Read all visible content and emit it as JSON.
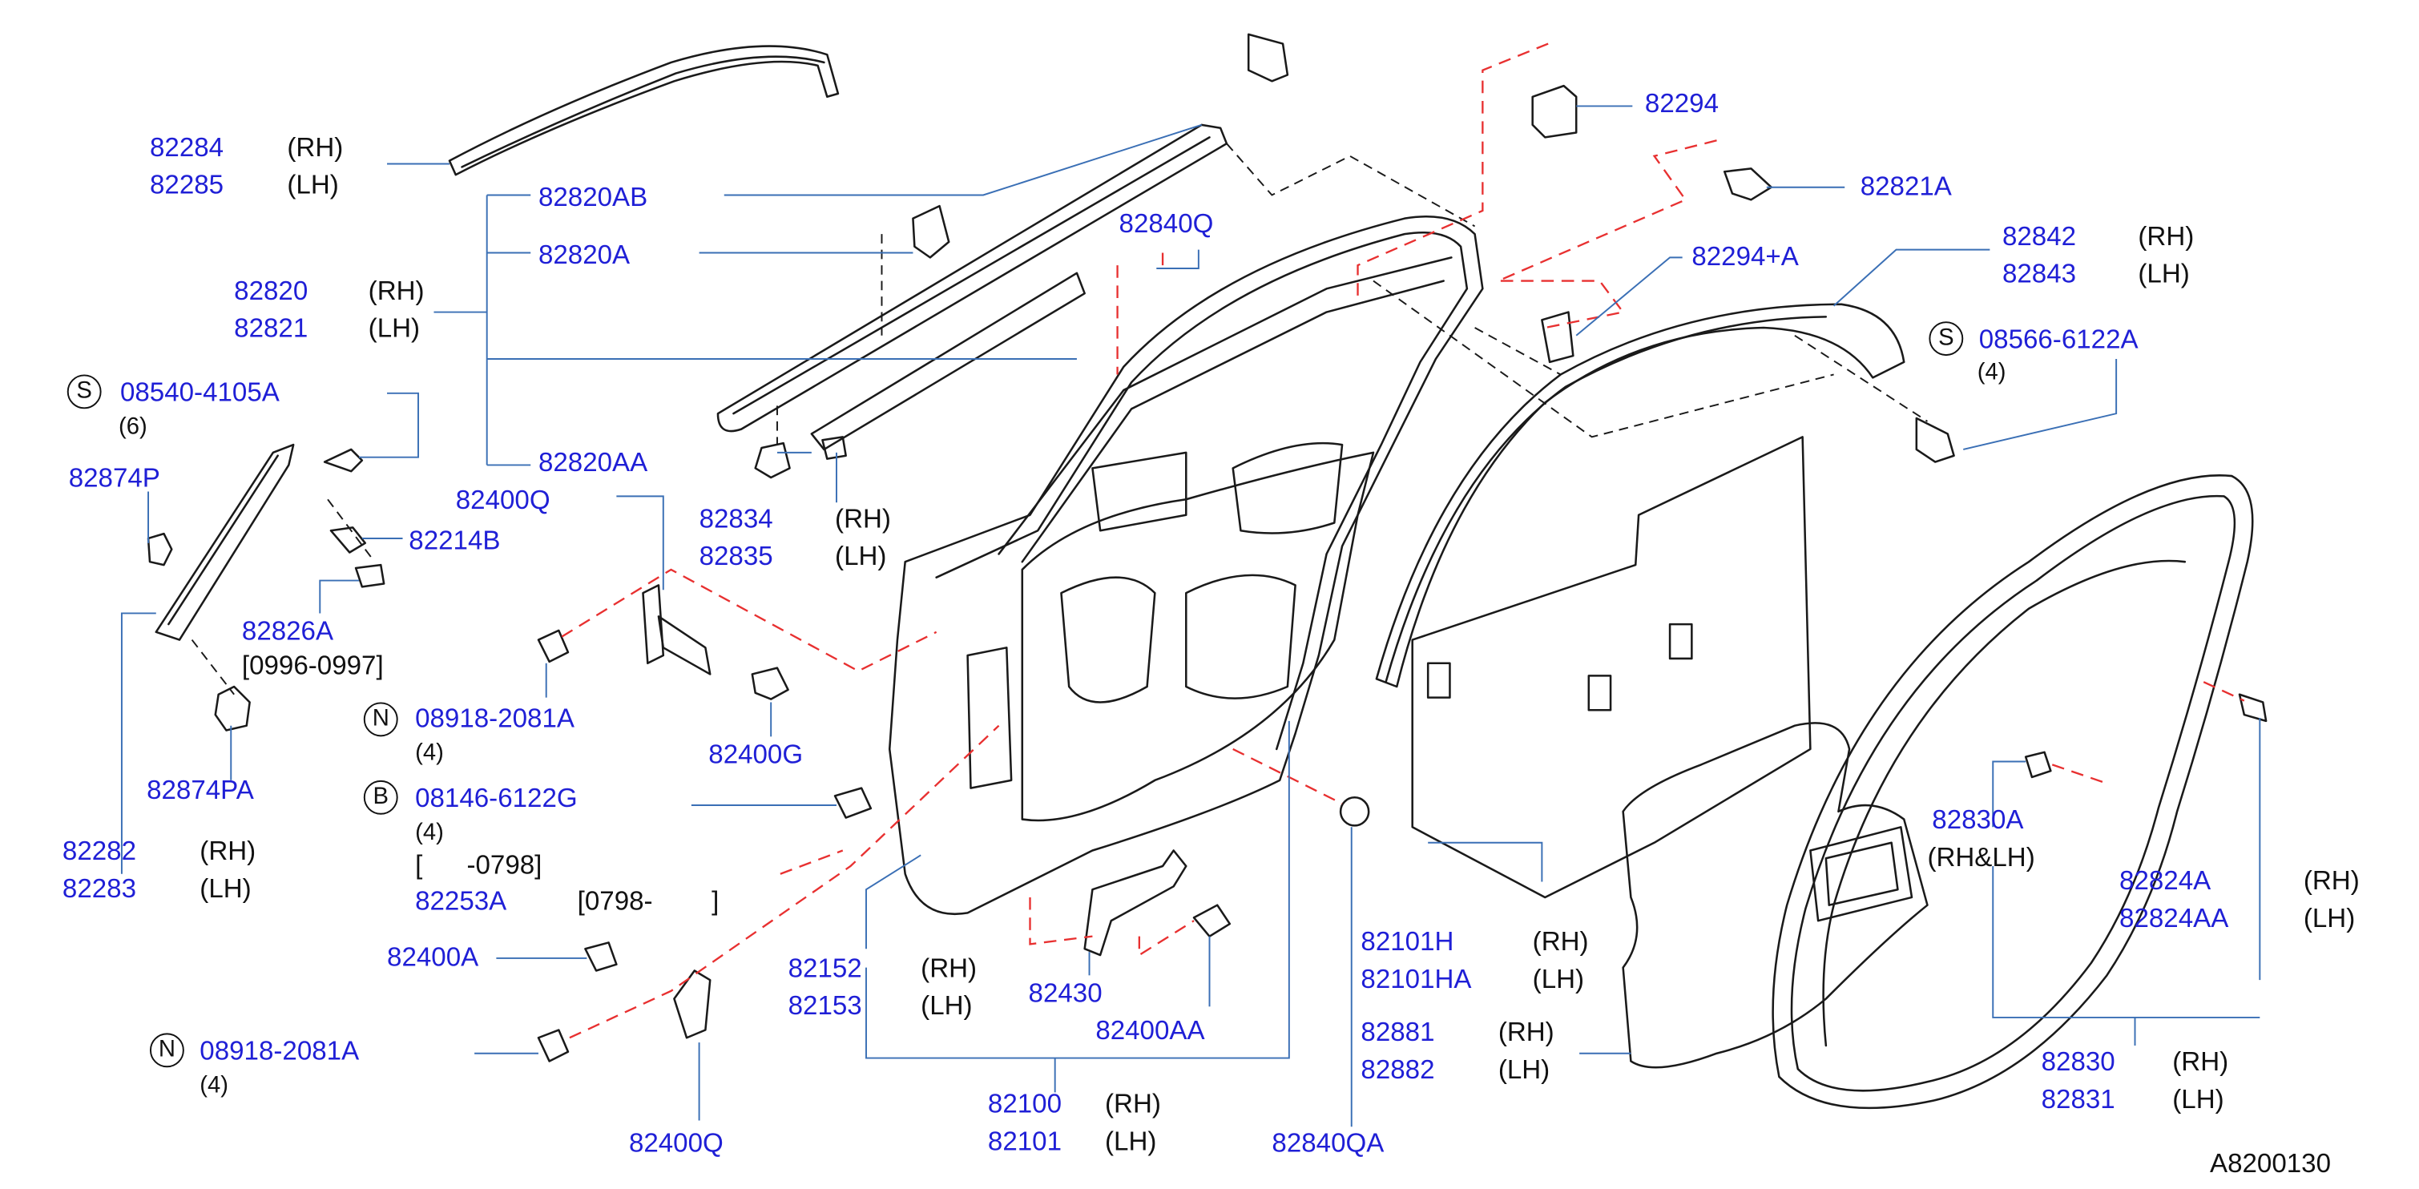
{
  "diagram": {
    "id": "A8200130",
    "colors": {
      "part_number": "#1f1fd6",
      "text": "#111111",
      "leader": "#3a6fb5",
      "dashed_red": "#e83030",
      "line": "#1a1a1a"
    },
    "labels": {
      "l_82284": "82284",
      "l_82285": "82285",
      "rh1": "(RH)",
      "lh1": "(LH)",
      "l_82820AB": "82820AB",
      "l_82820A": "82820A",
      "l_82820": "82820",
      "l_82821": "82821",
      "rh2": "(RH)",
      "lh2": "(LH)",
      "s1": "S",
      "l_08540": "08540-4105A",
      "q6": "(6)",
      "l_82874P": "82874P",
      "l_82214B": "82214B",
      "l_82820AA": "82820AA",
      "l_82400Q_top": "82400Q",
      "l_82834": "82834",
      "l_82835": "82835",
      "rh3": "(RH)",
      "lh3": "(LH)",
      "l_82826A": "82826A",
      "date1": "[0996-0997]",
      "n1": "N",
      "l_08918_1": "08918-2081A",
      "q4a": "(4)",
      "l_82874PA": "82874PA",
      "b1": "B",
      "l_08146": "08146-6122G",
      "q4b": "(4)",
      "l_82282": "82282",
      "l_82283": "82283",
      "rh4": "(RH)",
      "lh4": "(LH)",
      "date2": "[      -0798]",
      "l_82253A": "82253A",
      "date3": "[0798-        ]",
      "l_82400A": "82400A",
      "n2": "N",
      "l_08918_2": "08918-2081A",
      "q4c": "(4)",
      "l_82400Q_bot": "82400Q",
      "l_82400G": "82400G",
      "l_82840Q": "82840Q",
      "l_82152": "82152",
      "l_82153": "82153",
      "rh5": "(RH)",
      "lh5": "(LH)",
      "l_82430": "82430",
      "l_82400AA": "82400AA",
      "l_82100": "82100",
      "l_82101": "82101",
      "rh6": "(RH)",
      "lh6": "(LH)",
      "l_82840QA": "82840QA",
      "l_82294": "82294",
      "l_82821A": "82821A",
      "l_82294p": "82294+A",
      "l_82842": "82842",
      "l_82843": "82843",
      "rh7": "(RH)",
      "lh7": "(LH)",
      "s2": "S",
      "l_08566": "08566-6122A",
      "q4d": "(4)",
      "l_82101H": "82101H",
      "l_82101HA": "82101HA",
      "rh8": "(RH)",
      "lh8": "(LH)",
      "l_82881": "82881",
      "l_82882": "82882",
      "rh9": "(RH)",
      "lh9": "(LH)",
      "l_82830A": "82830A",
      "rhlh": "(RH&LH)",
      "l_82824A": "82824A",
      "l_82824AA": "82824AA",
      "rh10": "(RH)",
      "lh10": "(LH)",
      "l_82830": "82830",
      "l_82831": "82831",
      "rh11": "(RH)",
      "lh11": "(LH)",
      "code": "A8200130"
    }
  }
}
